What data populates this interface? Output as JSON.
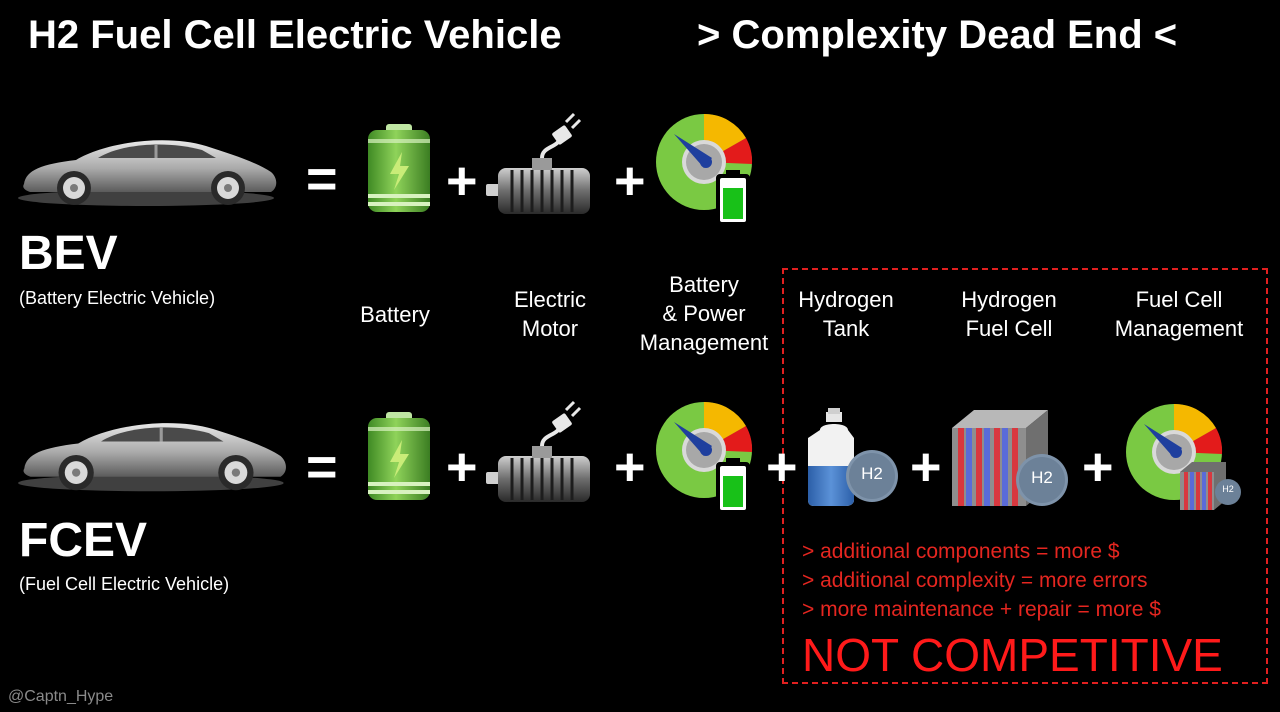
{
  "header": {
    "title": "H2 Fuel Cell Electric Vehicle",
    "tagline": "> Complexity Dead End <"
  },
  "rows": {
    "bev": {
      "abbr": "BEV",
      "full": "(Battery Electric Vehicle)"
    },
    "fcev": {
      "abbr": "FCEV",
      "full": "(Fuel Cell Electric Vehicle)"
    }
  },
  "operators": {
    "equals": "=",
    "plus": "+"
  },
  "labels": {
    "battery": "Battery",
    "motor_1": "Electric",
    "motor_2": "Motor",
    "bpm_1": "Battery",
    "bpm_2": "& Power",
    "bpm_3": "Management",
    "tank_1": "Hydrogen",
    "tank_2": "Tank",
    "cell_1": "Hydrogen",
    "cell_2": "Fuel Cell",
    "fcm_1": "Fuel Cell",
    "fcm_2": "Management"
  },
  "badges": {
    "h2": "H2"
  },
  "notes": [
    "> additional components = more $",
    "> additional complexity = more errors",
    "> more maintenance + repair = more $"
  ],
  "verdict": "NOT COMPETITIVE",
  "credit": "@Captn_Hype",
  "icons": {
    "battery": "battery-icon",
    "motor": "electric-motor-icon",
    "gauge": "power-management-gauge-icon",
    "tank": "hydrogen-tank-icon",
    "fuel_cell": "fuel-cell-stack-icon"
  },
  "colors": {
    "background": "#000000",
    "accent_red": "#e52620",
    "battery_green": "#5aa832",
    "h2_blue": "#2f6db8",
    "gauge_green": "#7ac943",
    "gauge_yellow": "#f5b800",
    "gauge_red": "#e31b1b",
    "stack_red": "#d8383f",
    "stack_blue": "#5a6bd8"
  }
}
